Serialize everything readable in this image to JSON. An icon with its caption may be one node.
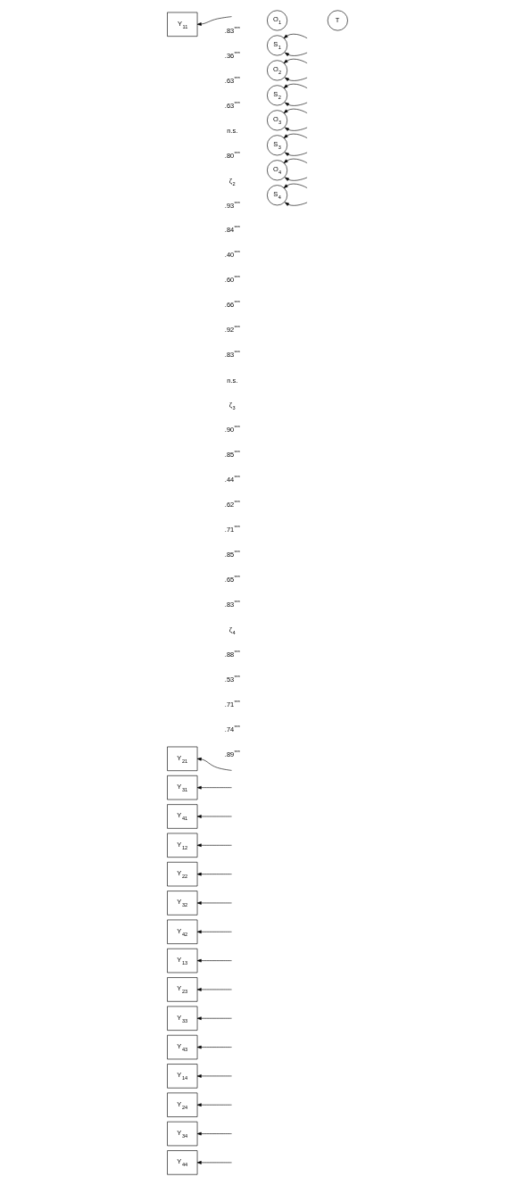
{
  "diagram": {
    "nodes": [
      {
        "text": [
          "Y$_{11}$"
        ]
      },
      {
        "text": [
          "O$_{1}$"
        ]
      },
      {
        "text": [
          "Y$_{21}$"
        ]
      },
      {
        "text": [
          "S$_{1}$"
        ]
      },
      {
        "text": [
          "Y$_{31}$"
        ]
      },
      {
        "text": [
          "Y$_{41}$"
        ]
      },
      {
        "text": [
          "Y$_{12}$"
        ]
      },
      {
        "text": [
          "O$_{2}$"
        ]
      },
      {
        "text": [
          "Y$_{22}$"
        ]
      },
      {
        "text": [
          "S$_{2}$"
        ]
      },
      {
        "text": [
          "Y$_{32}$"
        ]
      },
      {
        "text": [
          "Y$_{42}$"
        ]
      },
      {
        "text": [
          "T"
        ]
      },
      {
        "text": [
          "Y$_{13}$"
        ]
      },
      {
        "text": [
          "O$_{3}$"
        ]
      },
      {
        "text": [
          "Y$_{23}$"
        ]
      },
      {
        "text": [
          "S$_{3}$"
        ]
      },
      {
        "text": [
          "Y$_{33}$"
        ]
      },
      {
        "text": [
          "Y$_{43}$"
        ]
      },
      {
        "text": [
          "Y$_{14}$"
        ]
      },
      {
        "text": [
          "O$_{4}$"
        ]
      },
      {
        "text": [
          "Y$_{24}$"
        ]
      },
      {
        "text": [
          "S$_{4}$"
        ]
      },
      {
        "text": [
          "Y$_{34}$"
        ]
      },
      {
        "text": [
          "Y$_{44}$"
        ]
      }
    ],
    "edges": [
      {
        "from": null,
        "to": 0,
        "arrow": "to"
      },
      {
        "from": null,
        "to": 2,
        "arrow": "to"
      },
      {
        "from": null,
        "to": 3,
        "arrow": "to"
      },
      {
        "from": null,
        "to": 3,
        "arrow": "to"
      },
      {
        "from": null,
        "to": 4,
        "arrow": "to"
      },
      {
        "from": null,
        "to": 5,
        "arrow": "to"
      },
      {
        "from": null,
        "to": 6,
        "arrow": "to"
      },
      {
        "from": null,
        "to": 7,
        "arrow": "to"
      },
      {
        "from": null,
        "to": 7,
        "arrow": "to"
      },
      {
        "from": null,
        "to": 8,
        "arrow": "to"
      },
      {
        "from": null,
        "to": 9,
        "arrow": "to"
      },
      {
        "from": null,
        "to": 9,
        "arrow": "to"
      },
      {
        "from": null,
        "to": 10,
        "arrow": "to"
      },
      {
        "from": null,
        "to": 11,
        "arrow": "to"
      },
      {
        "from": null,
        "to": 13,
        "arrow": "to"
      },
      {
        "from": null,
        "to": 14,
        "arrow": "to"
      },
      {
        "from": null,
        "to": 14,
        "arrow": "to"
      },
      {
        "from": null,
        "to": 15,
        "arrow": "to"
      },
      {
        "from": null,
        "to": 16,
        "arrow": "to"
      },
      {
        "from": null,
        "to": 16,
        "arrow": "to"
      },
      {
        "from": null,
        "to": 17,
        "arrow": "to"
      },
      {
        "from": null,
        "to": 18,
        "arrow": "to"
      },
      {
        "from": null,
        "to": 19,
        "arrow": "to"
      },
      {
        "from": null,
        "to": 20,
        "arrow": "to"
      },
      {
        "from": null,
        "to": 20,
        "arrow": "to"
      },
      {
        "from": null,
        "to": 21,
        "arrow": "to"
      },
      {
        "from": null,
        "to": 22,
        "arrow": "to"
      },
      {
        "from": null,
        "to": 22,
        "arrow": "to"
      },
      {
        "from": null,
        "to": 23,
        "arrow": "to"
      },
      {
        "from": null,
        "to": 24,
        "arrow": "to"
      }
    ],
    "labels": [
      ".83$^{***}$",
      ".36$^{***}$",
      ".63$^{***}$",
      ".63$^{***}$",
      "n.s.",
      ".80$^{***}$",
      "ζ$_{2}$",
      ".93$^{***}$",
      ".84$^{***}$",
      ".40$^{***}$",
      ".60$^{***}$",
      ".66$^{***}$",
      ".92$^{***}$",
      ".83$^{***}$",
      "n.s.",
      "ζ$_{3}$",
      ".90$^{***}$",
      ".85$^{***}$",
      ".44$^{***}$",
      ".62$^{***}$",
      ".71$^{***}$",
      ".85$^{***}$",
      ".65$^{***}$",
      ".83$^{***}$",
      "ζ$_{4}$",
      ".88$^{***}$",
      ".53$^{***}$",
      ".71$^{***}$",
      ".74$^{***}$",
      ".89$^{***}$"
    ]
  }
}
